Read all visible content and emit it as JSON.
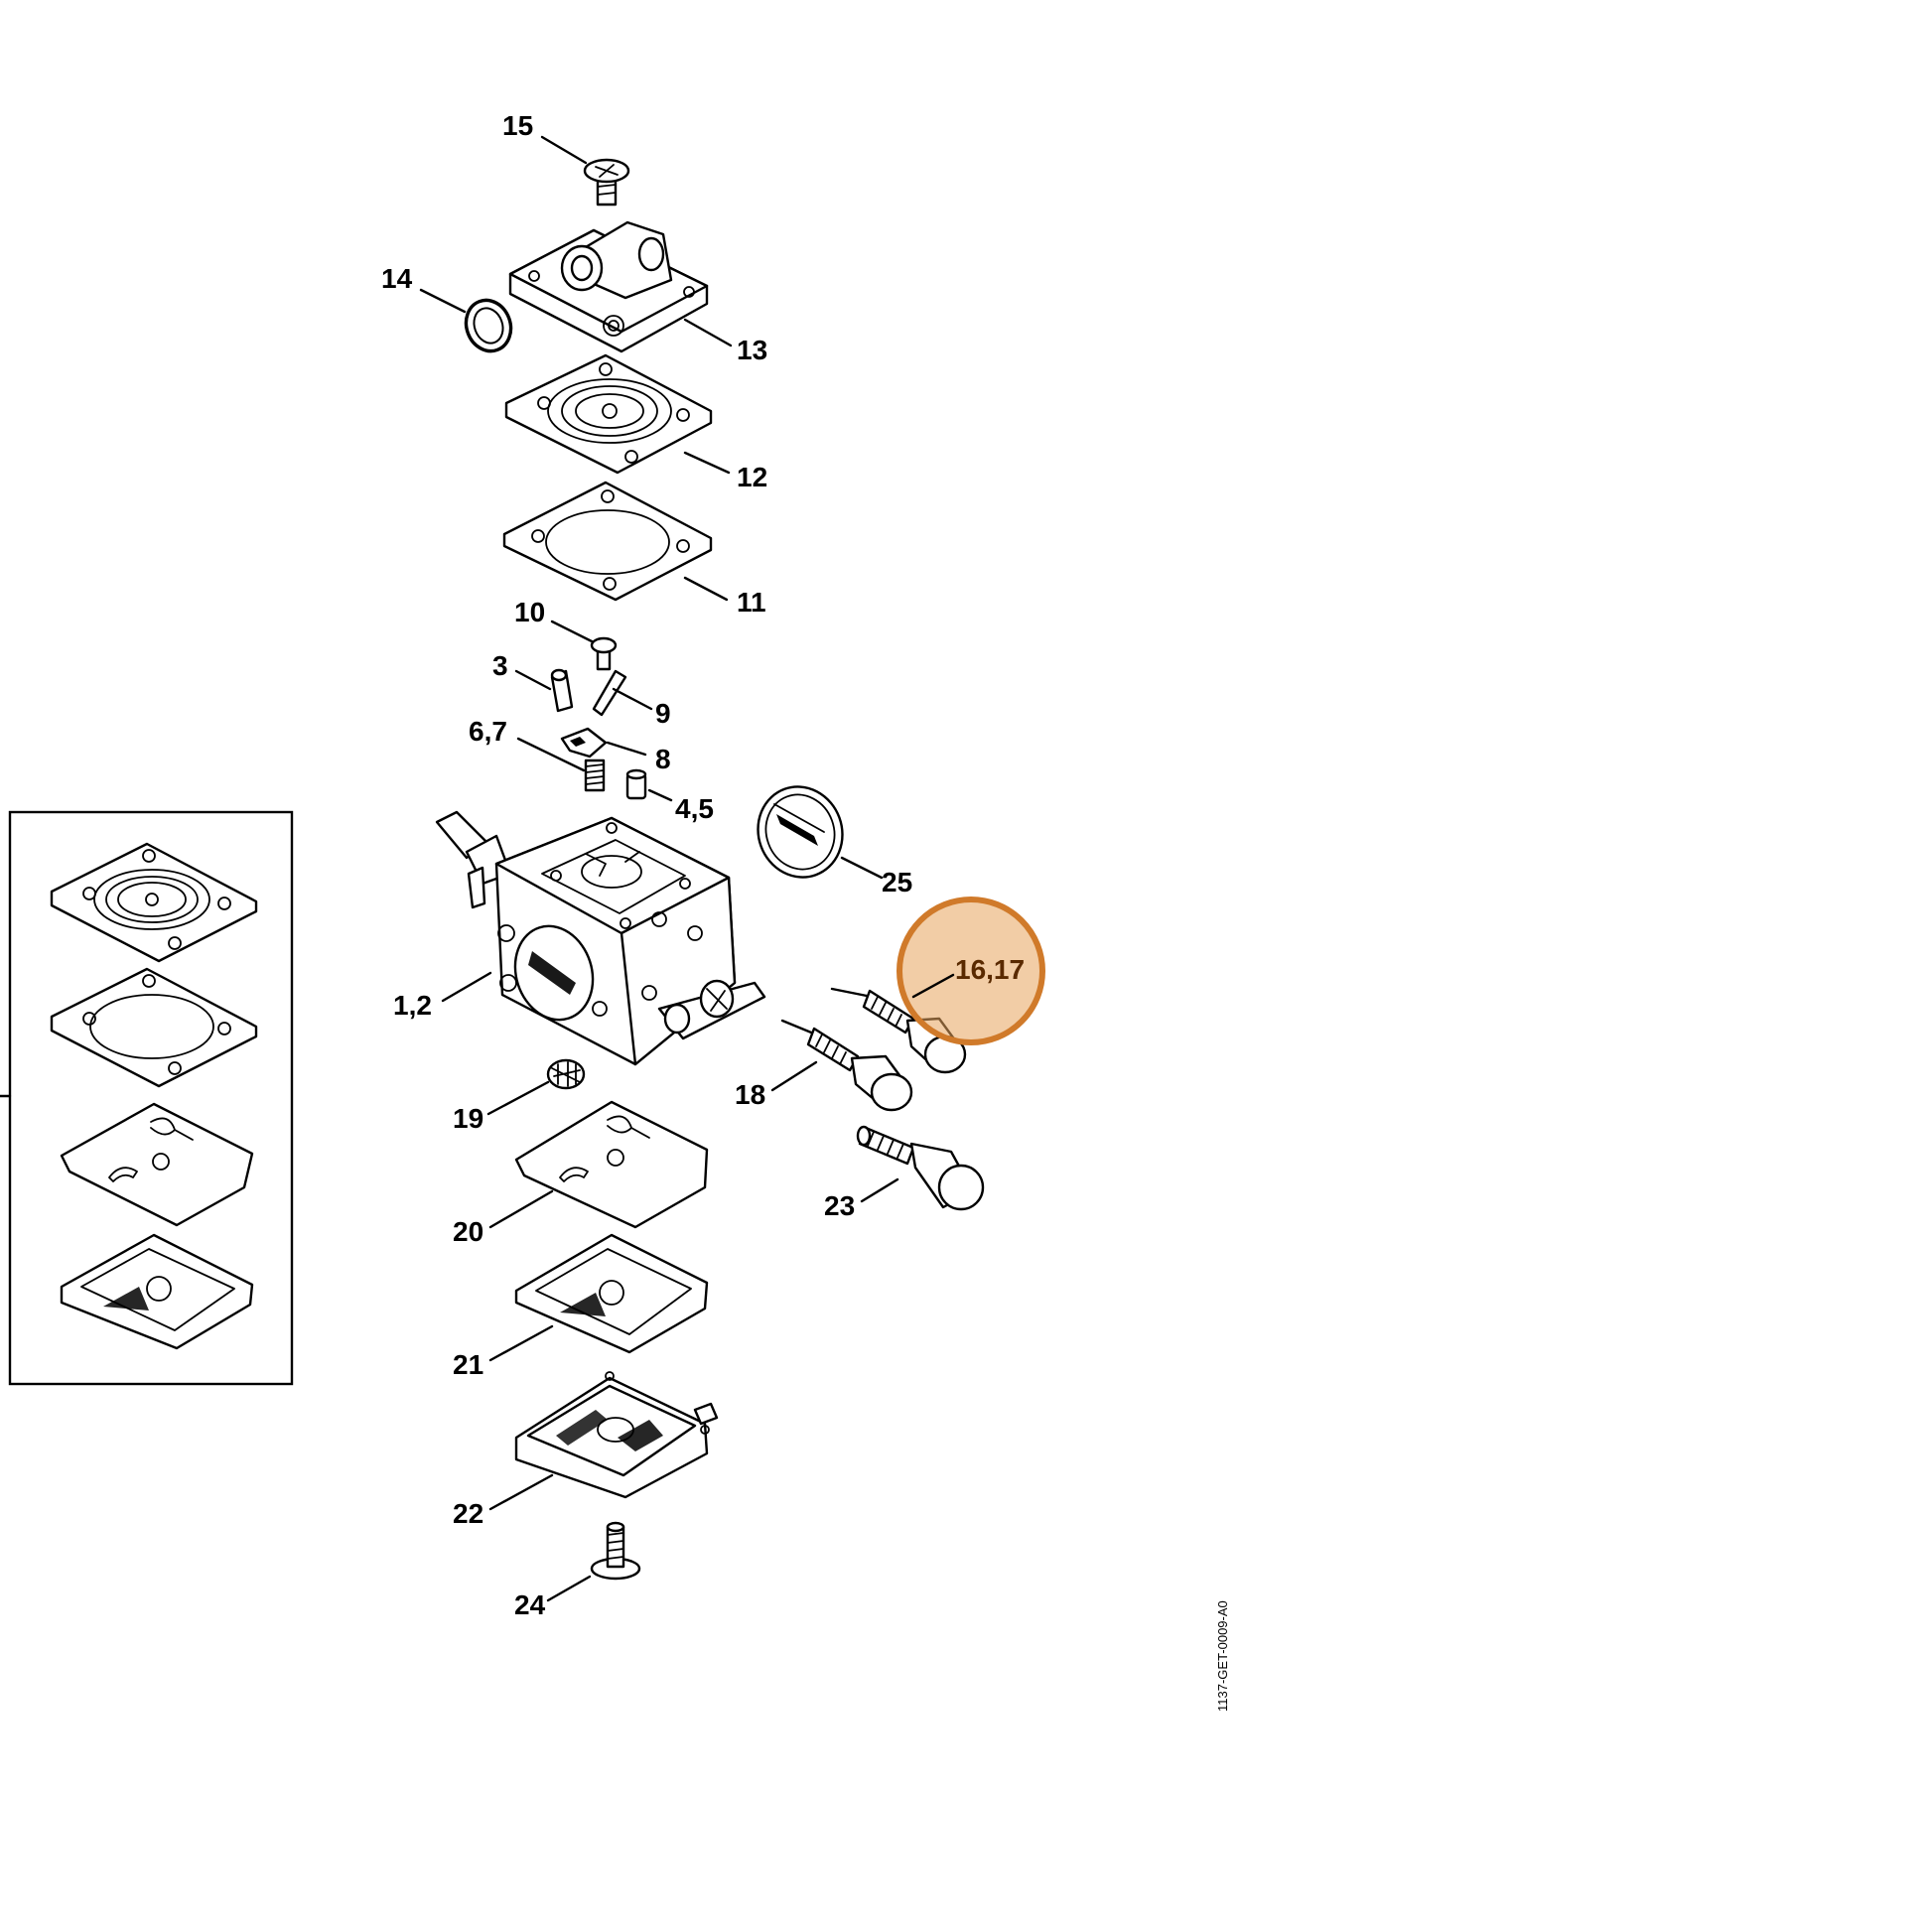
{
  "diagram": {
    "callouts": {
      "c15": "15",
      "c14": "14",
      "c13": "13",
      "c12": "12",
      "c11": "11",
      "c10": "10",
      "c3": "3",
      "c9": "9",
      "c67": "6,7",
      "c8": "8",
      "c45": "4,5",
      "c25": "25",
      "c1617": "16,17",
      "c12b": "1,2",
      "c18": "18",
      "c19": "19",
      "c23": "23",
      "c20": "20",
      "c21": "21",
      "c22": "22",
      "c24": "24"
    },
    "drawing_code": "1137-GET-0009-A0",
    "highlight": {
      "callout": "16,17",
      "color": "#e8a45c"
    }
  }
}
